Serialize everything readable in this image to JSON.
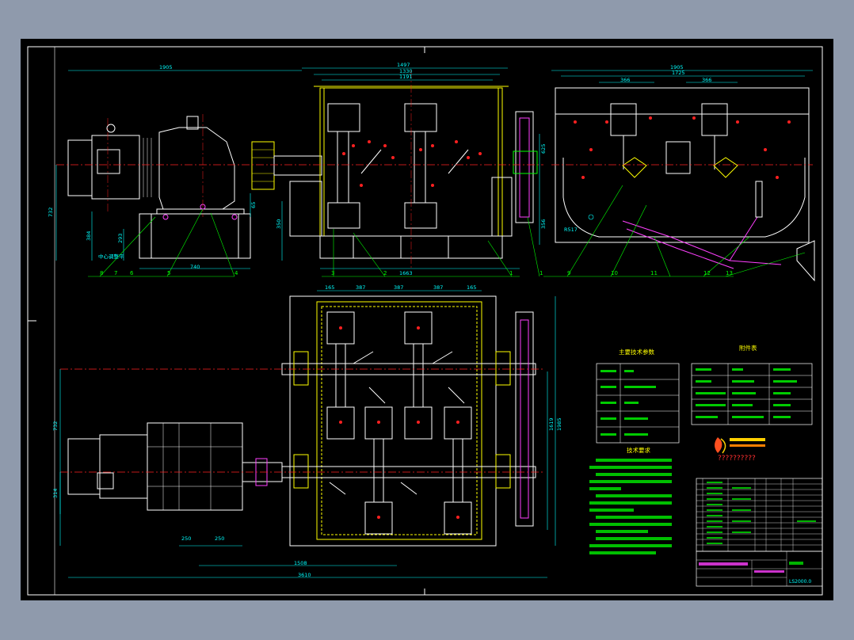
{
  "colors": {
    "background": "#8f9aac",
    "sheet": "#000000",
    "frame": "#ffffff",
    "outline_yellow": "#ffff00",
    "dimension_cyan": "#00ffff",
    "centerline_red": "#ff2020",
    "leader_green": "#00ff00",
    "hatch_magenta": "#ff40ff"
  },
  "dimensions": {
    "front_total": "1905",
    "mixer_outer": "1497",
    "mixer_mid": "1330",
    "mixer_inner": "1191",
    "side_total": "1905",
    "side_inner": "1725",
    "side_left_offset": "366",
    "side_right_offset": "366",
    "height_overall": "732",
    "height_motor_center": "384",
    "height_gearbox": "293",
    "height_mixer": "350",
    "height_chain": "356",
    "height_left_top": "65",
    "height_right_top": "625",
    "base_length": "740",
    "mixer_base_span": "1663",
    "side_radius": "R517",
    "plan_seg1": "165",
    "plan_seg2": "387",
    "plan_seg3": "387",
    "plan_seg4": "387",
    "plan_seg5": "165",
    "plan_height_left": "732",
    "plan_height_inner": "1619",
    "plan_height_outer": "1985",
    "plan_left_small": "314",
    "plan_bottom_a": "250",
    "plan_bottom_b": "250",
    "plan_bottom_mid": "1508",
    "plan_bottom_total": "3610"
  },
  "annotations": {
    "level_note": "中心调整平"
  },
  "part_numbers": [
    "8",
    "7",
    "6",
    "5",
    "4",
    "3",
    "2",
    "1",
    "1",
    "9",
    "10",
    "11",
    "12",
    "13"
  ],
  "tables": {
    "main_params_title": "主要技术参数",
    "accessories_title": "附件表",
    "tech_req_title": "技术要求",
    "logo_text": "??????????",
    "title_block_code": "LS2000.0"
  }
}
